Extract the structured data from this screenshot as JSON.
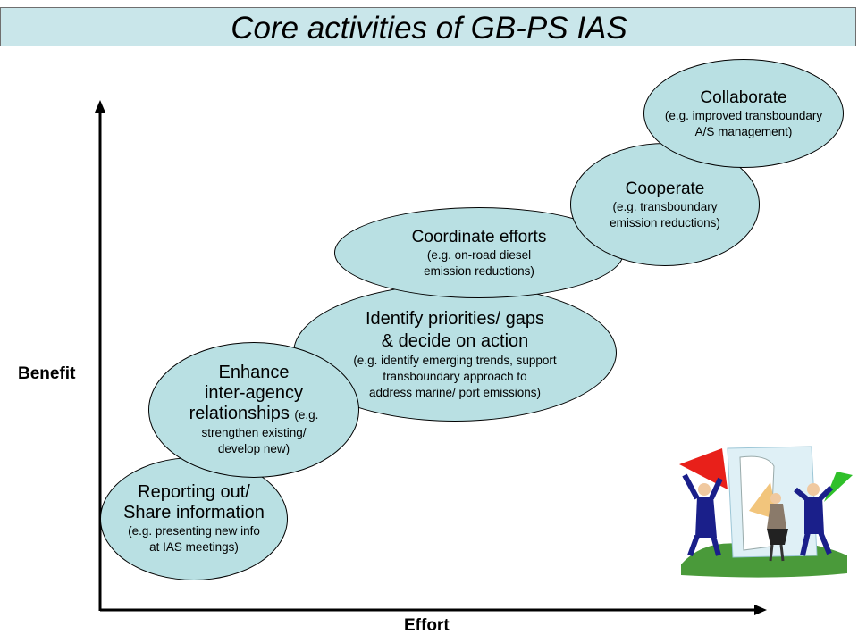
{
  "title": "Core activities of GB-PS IAS",
  "axes": {
    "y_label": "Benefit",
    "x_label": "Effort"
  },
  "activities": [
    {
      "id": "reporting",
      "lines": [
        "Reporting out/",
        "Share information"
      ],
      "detail": [
        "(e.g. presenting new info",
        "at IAS meetings)"
      ]
    },
    {
      "id": "enhance",
      "lines": [
        "Enhance",
        "inter-agency"
      ],
      "line3": "relationships",
      "line3_suffix": "(e.g.",
      "detail": [
        "strengthen existing/",
        "develop new)"
      ]
    },
    {
      "id": "identify",
      "lines": [
        "Identify priorities/ gaps",
        "& decide on action"
      ],
      "detail": [
        "(e.g. identify emerging trends, support",
        "transboundary approach to",
        "address marine/ port emissions)"
      ]
    },
    {
      "id": "coordinate",
      "lines": [
        "Coordinate efforts"
      ],
      "detail": [
        "(e.g. on-road diesel",
        "emission reductions)"
      ]
    },
    {
      "id": "cooperate",
      "lines": [
        "Cooperate"
      ],
      "detail": [
        "(e.g. transboundary",
        "emission reductions)"
      ]
    },
    {
      "id": "collaborate",
      "lines": [
        "Collaborate"
      ],
      "detail": [
        "(e.g. improved transboundary",
        "A/S management)"
      ]
    }
  ],
  "colors": {
    "ellipse_fill": "#b9e0e3",
    "title_fill": "#c9e6ea"
  },
  "clipart": "team-puzzle-clipart"
}
